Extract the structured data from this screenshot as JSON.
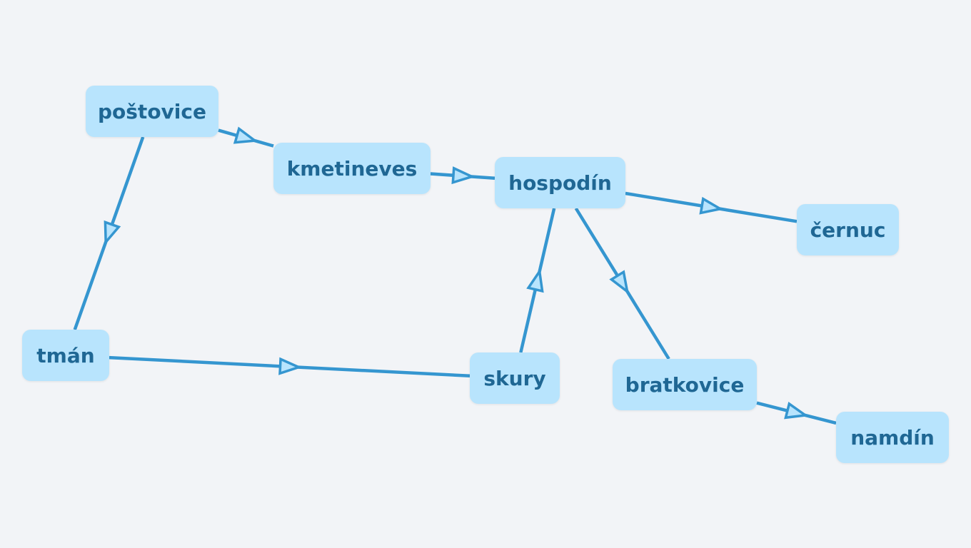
{
  "colors": {
    "background": "#f2f4f7",
    "node_fill": "#b8e4fd",
    "node_text": "#1f6794",
    "edge": "#3596d0",
    "arrow_fill": "#b8e4fd"
  },
  "nodes": {
    "postovice": {
      "label": "poštovice"
    },
    "kmetineves": {
      "label": "kmetineves"
    },
    "hospodin": {
      "label": "hospodín"
    },
    "cernuc": {
      "label": "černuc"
    },
    "tman": {
      "label": "tmán"
    },
    "skury": {
      "label": "skury"
    },
    "bratkovice": {
      "label": "bratkovice"
    },
    "namdin": {
      "label": "namdín"
    }
  },
  "edges": [
    {
      "from": "postovice",
      "to": "kmetineves"
    },
    {
      "from": "postovice",
      "to": "tman"
    },
    {
      "from": "kmetineves",
      "to": "hospodin"
    },
    {
      "from": "hospodin",
      "to": "cernuc"
    },
    {
      "from": "hospodin",
      "to": "bratkovice"
    },
    {
      "from": "skury",
      "to": "hospodin"
    },
    {
      "from": "tman",
      "to": "skury"
    },
    {
      "from": "bratkovice",
      "to": "namdin"
    }
  ]
}
